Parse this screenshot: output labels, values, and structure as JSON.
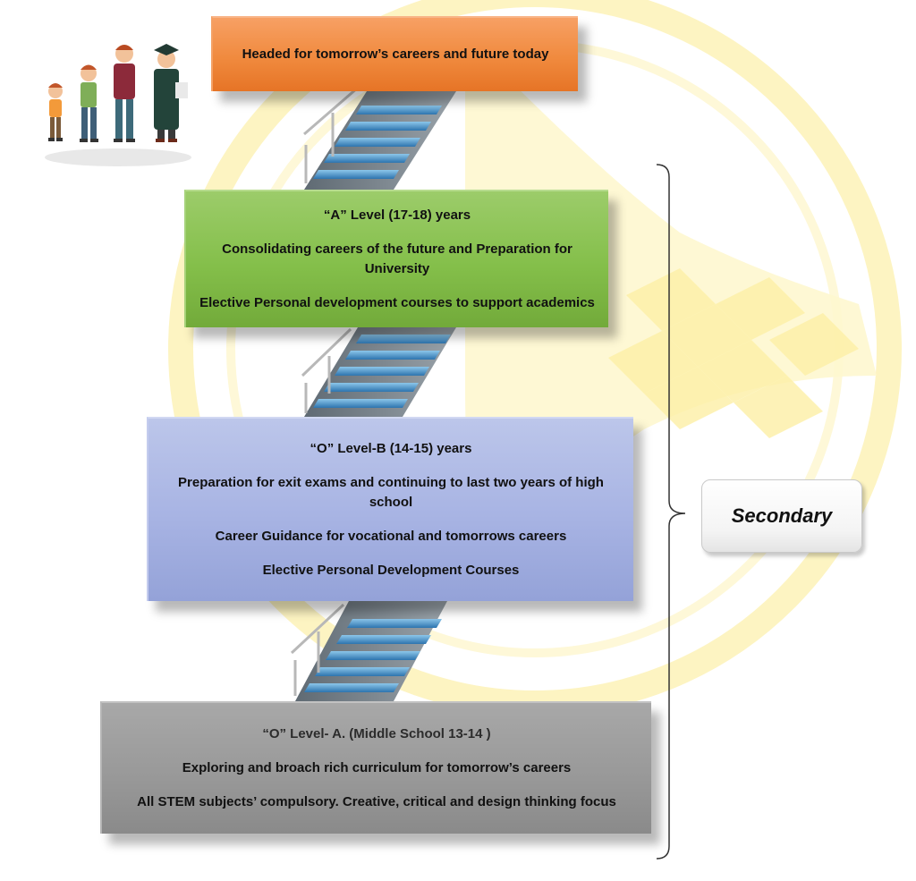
{
  "top_box": {
    "line1": "Headed for tomorrow’s careers and future today"
  },
  "a_level": {
    "title": "“A” Level (17-18) years",
    "line1": "Consolidating careers of the future and Preparation for University",
    "line2": "Elective Personal development courses to support academics"
  },
  "o_level_b": {
    "title": "“O” Level-B (14-15) years",
    "line1": "Preparation for exit exams and continuing to last two years of high school",
    "line2": "Career Guidance for vocational and tomorrows careers",
    "line3": "Elective Personal Development Courses"
  },
  "o_level_a": {
    "title": "“O” Level- A. (Middle School 13-14 )",
    "line1": "Exploring and broach rich curriculum for tomorrow’s careers",
    "line2": "All STEM subjects’ compulsory. Creative, critical and design thinking focus"
  },
  "bracket_label": "Secondary",
  "colors": {
    "orange": "#f08a3e",
    "green": "#84bf4a",
    "blue": "#a7b3e3",
    "gray": "#999999",
    "watermark": "#fdf3b3",
    "stair_blue": "#4e8fc2"
  },
  "decorations": [
    "growing-children-illustration",
    "staircase",
    "watermark-logo"
  ]
}
